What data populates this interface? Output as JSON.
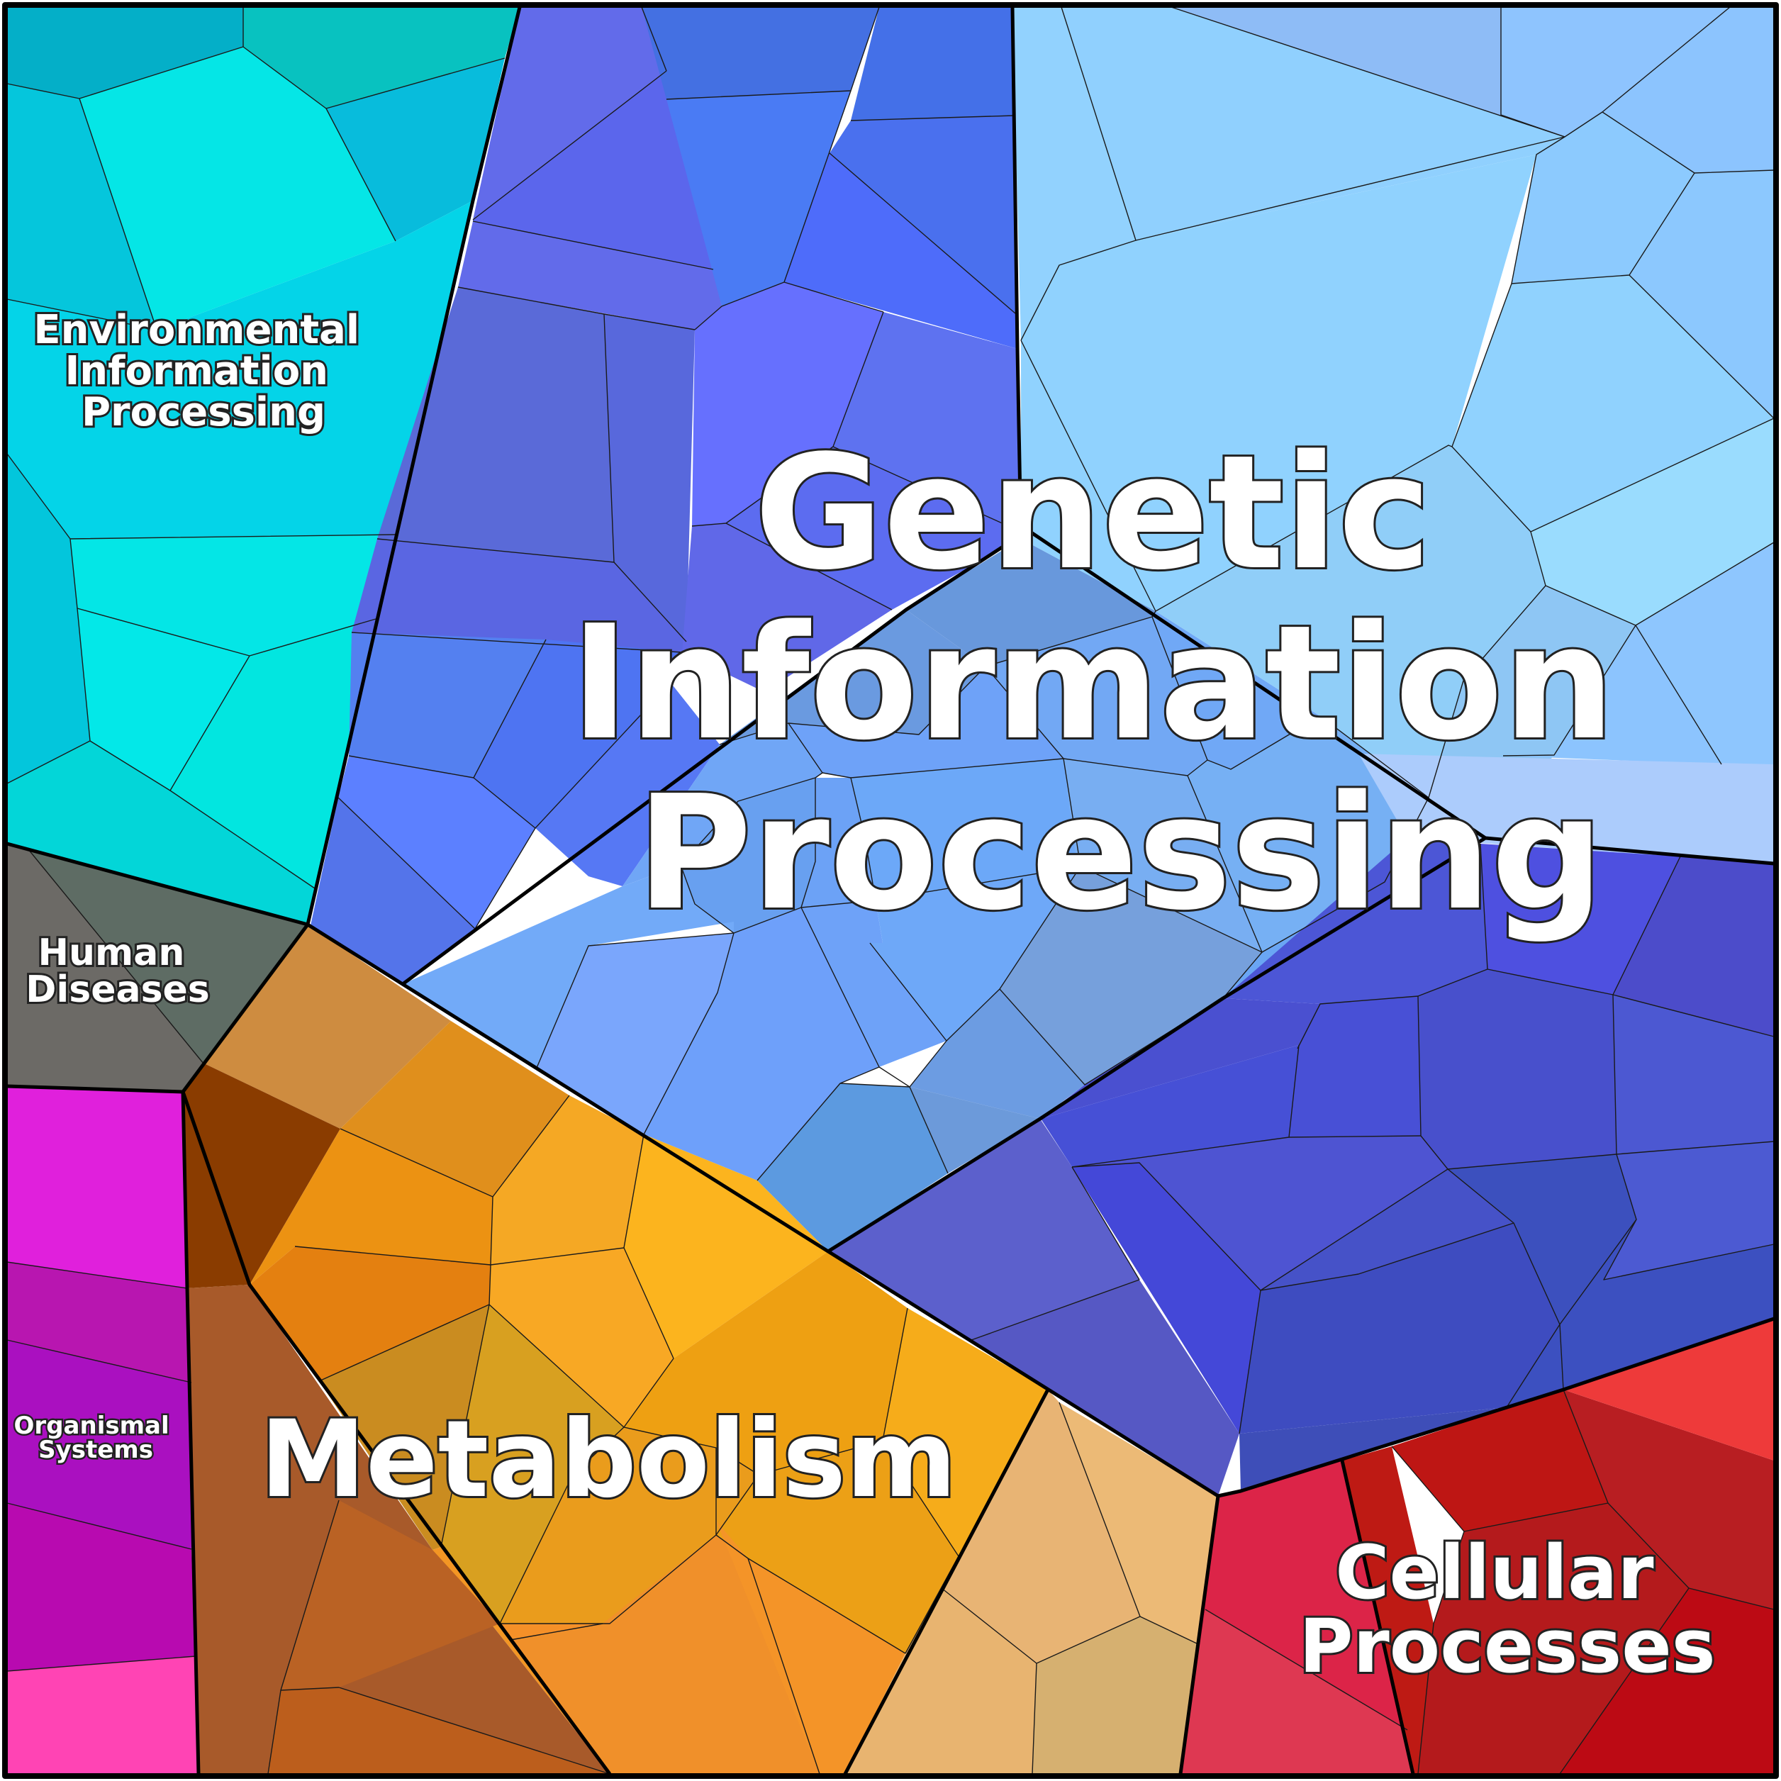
{
  "diagram": {
    "type": "voronoi-treemap",
    "categories": [
      {
        "id": "environmental",
        "lines": [
          "Environmental",
          "Information",
          "Processing"
        ],
        "color": "#00D4E6"
      },
      {
        "id": "genetic",
        "lines": [
          "Genetic",
          "Information",
          "Processing"
        ],
        "color": "#6E8CF5"
      },
      {
        "id": "human-diseases",
        "lines": [
          "Human",
          "Diseases"
        ],
        "color": "#6B6B66"
      },
      {
        "id": "organismal",
        "lines": [
          "Organismal",
          "Systems"
        ],
        "color": "#C013C8"
      },
      {
        "id": "metabolism",
        "lines": [
          "Metabolism"
        ],
        "color": "#F0A020"
      },
      {
        "id": "cellular",
        "lines": [
          "Cellular",
          "Processes"
        ],
        "color": "#C8141E"
      }
    ]
  }
}
